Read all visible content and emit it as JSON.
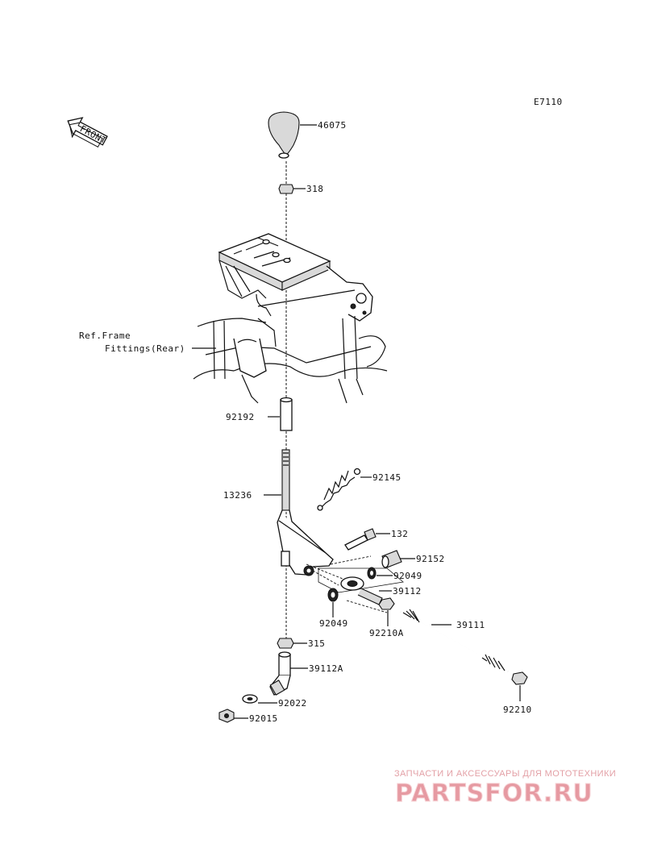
{
  "diagram_id": "E7110",
  "front_label": "FRONT",
  "ref_note": {
    "line1": "Ref.Frame",
    "line2": "Fittings(Rear)"
  },
  "parts": {
    "p46075": "46075",
    "p318": "318",
    "p92192": "92192",
    "p92145": "92145",
    "p13236": "13236",
    "p132": "132",
    "p92152": "92152",
    "p92049a": "92049",
    "p39112": "39112",
    "p92049b": "92049",
    "p92210a": "92210A",
    "p39111": "39111",
    "p315": "315",
    "p39112a": "39112A",
    "p92022": "92022",
    "p92015": "92015",
    "p92210": "92210"
  },
  "watermark": {
    "tagline": "ЗАПЧАСТИ И АКСЕССУАРЫ ДЛЯ МОТОТЕХНИКИ",
    "logo": "PARTSFOR.RU"
  },
  "colors": {
    "line": "#111111",
    "watermark": "#e69aa2",
    "background": "#ffffff"
  }
}
